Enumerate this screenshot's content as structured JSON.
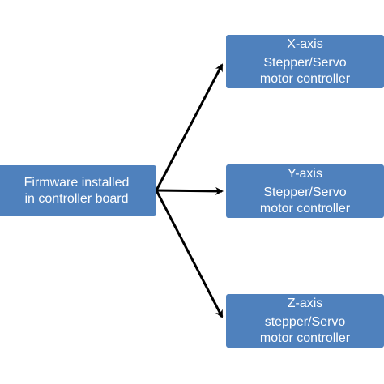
{
  "source": {
    "line1": "Firmware  installed",
    "line2": "in controller board"
  },
  "targets": [
    {
      "line1": "X-axis",
      "line2": "Stepper/Servo",
      "line3": "motor controller"
    },
    {
      "line1": "Y-axis",
      "line2": "Stepper/Servo",
      "line3": "motor controller"
    },
    {
      "line1": "Z-axis",
      "line2": "stepper/Servo",
      "line3": "motor controller"
    }
  ],
  "colors": {
    "box_fill": "#4f81bd",
    "box_text": "#ffffff",
    "arrow": "#000000"
  }
}
